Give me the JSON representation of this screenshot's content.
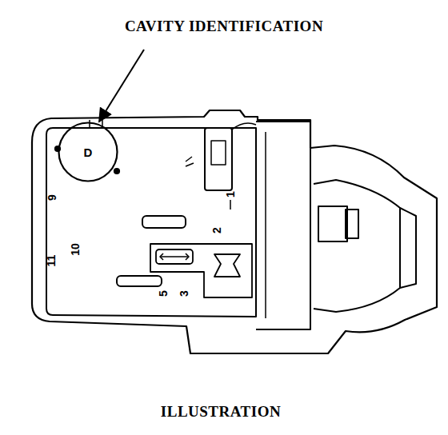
{
  "diagram": {
    "title": "CAVITY IDENTIFICATION",
    "caption": "ILLUSTRATION",
    "nodes": [
      {
        "text": [
          "D"
        ]
      }
    ],
    "labels": [
      "9",
      "11",
      "10",
      "2",
      "1",
      "5",
      "3"
    ]
  }
}
